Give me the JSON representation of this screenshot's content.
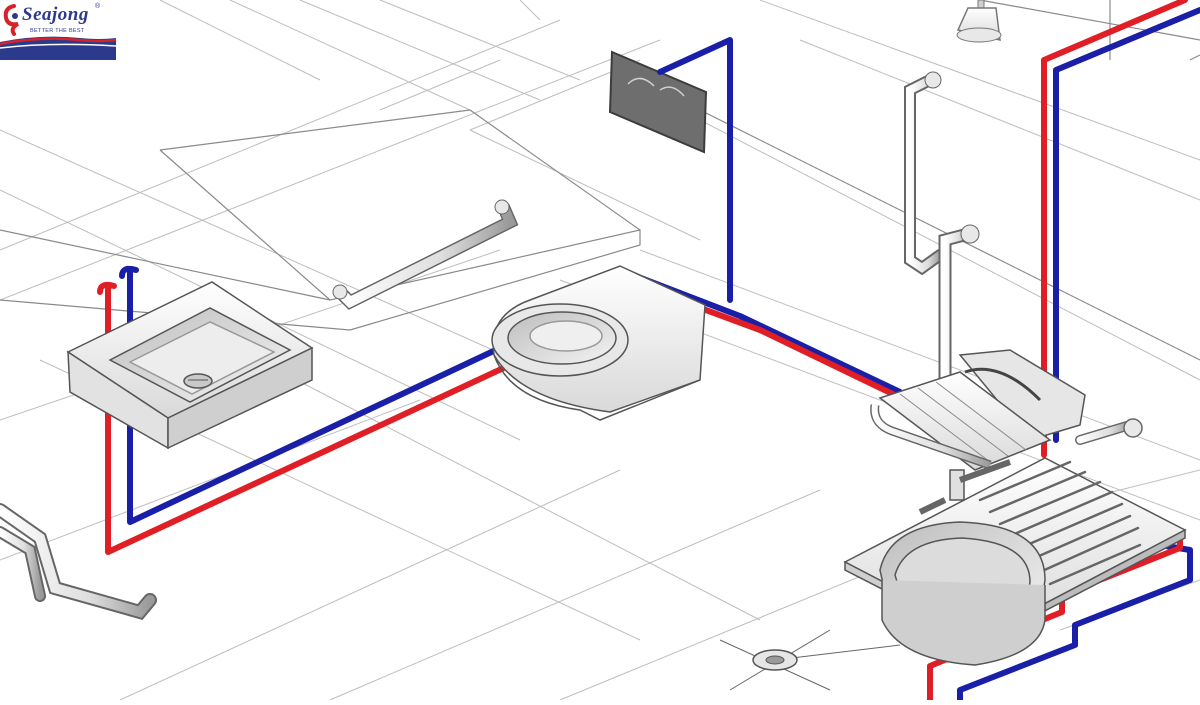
{
  "logo": {
    "brand_name": "Seajong",
    "registered_mark": "®",
    "tagline": "BETTER THE BEST",
    "colors": {
      "brand_blue": "#2c3a8c",
      "brand_red": "#d4232b"
    }
  },
  "diagram": {
    "style": "isometric plumbing layout",
    "pipe_colors": {
      "hot_water": "#e01e25",
      "cold_water": "#1a1fa8"
    },
    "fixtures": [
      "wall-hung-washbasin",
      "wall-hung-toilet",
      "flush-plate",
      "shower-head",
      "folding-shower-seat",
      "grab-bars",
      "kitchen-sink-with-drainboard",
      "floor-drain"
    ]
  }
}
